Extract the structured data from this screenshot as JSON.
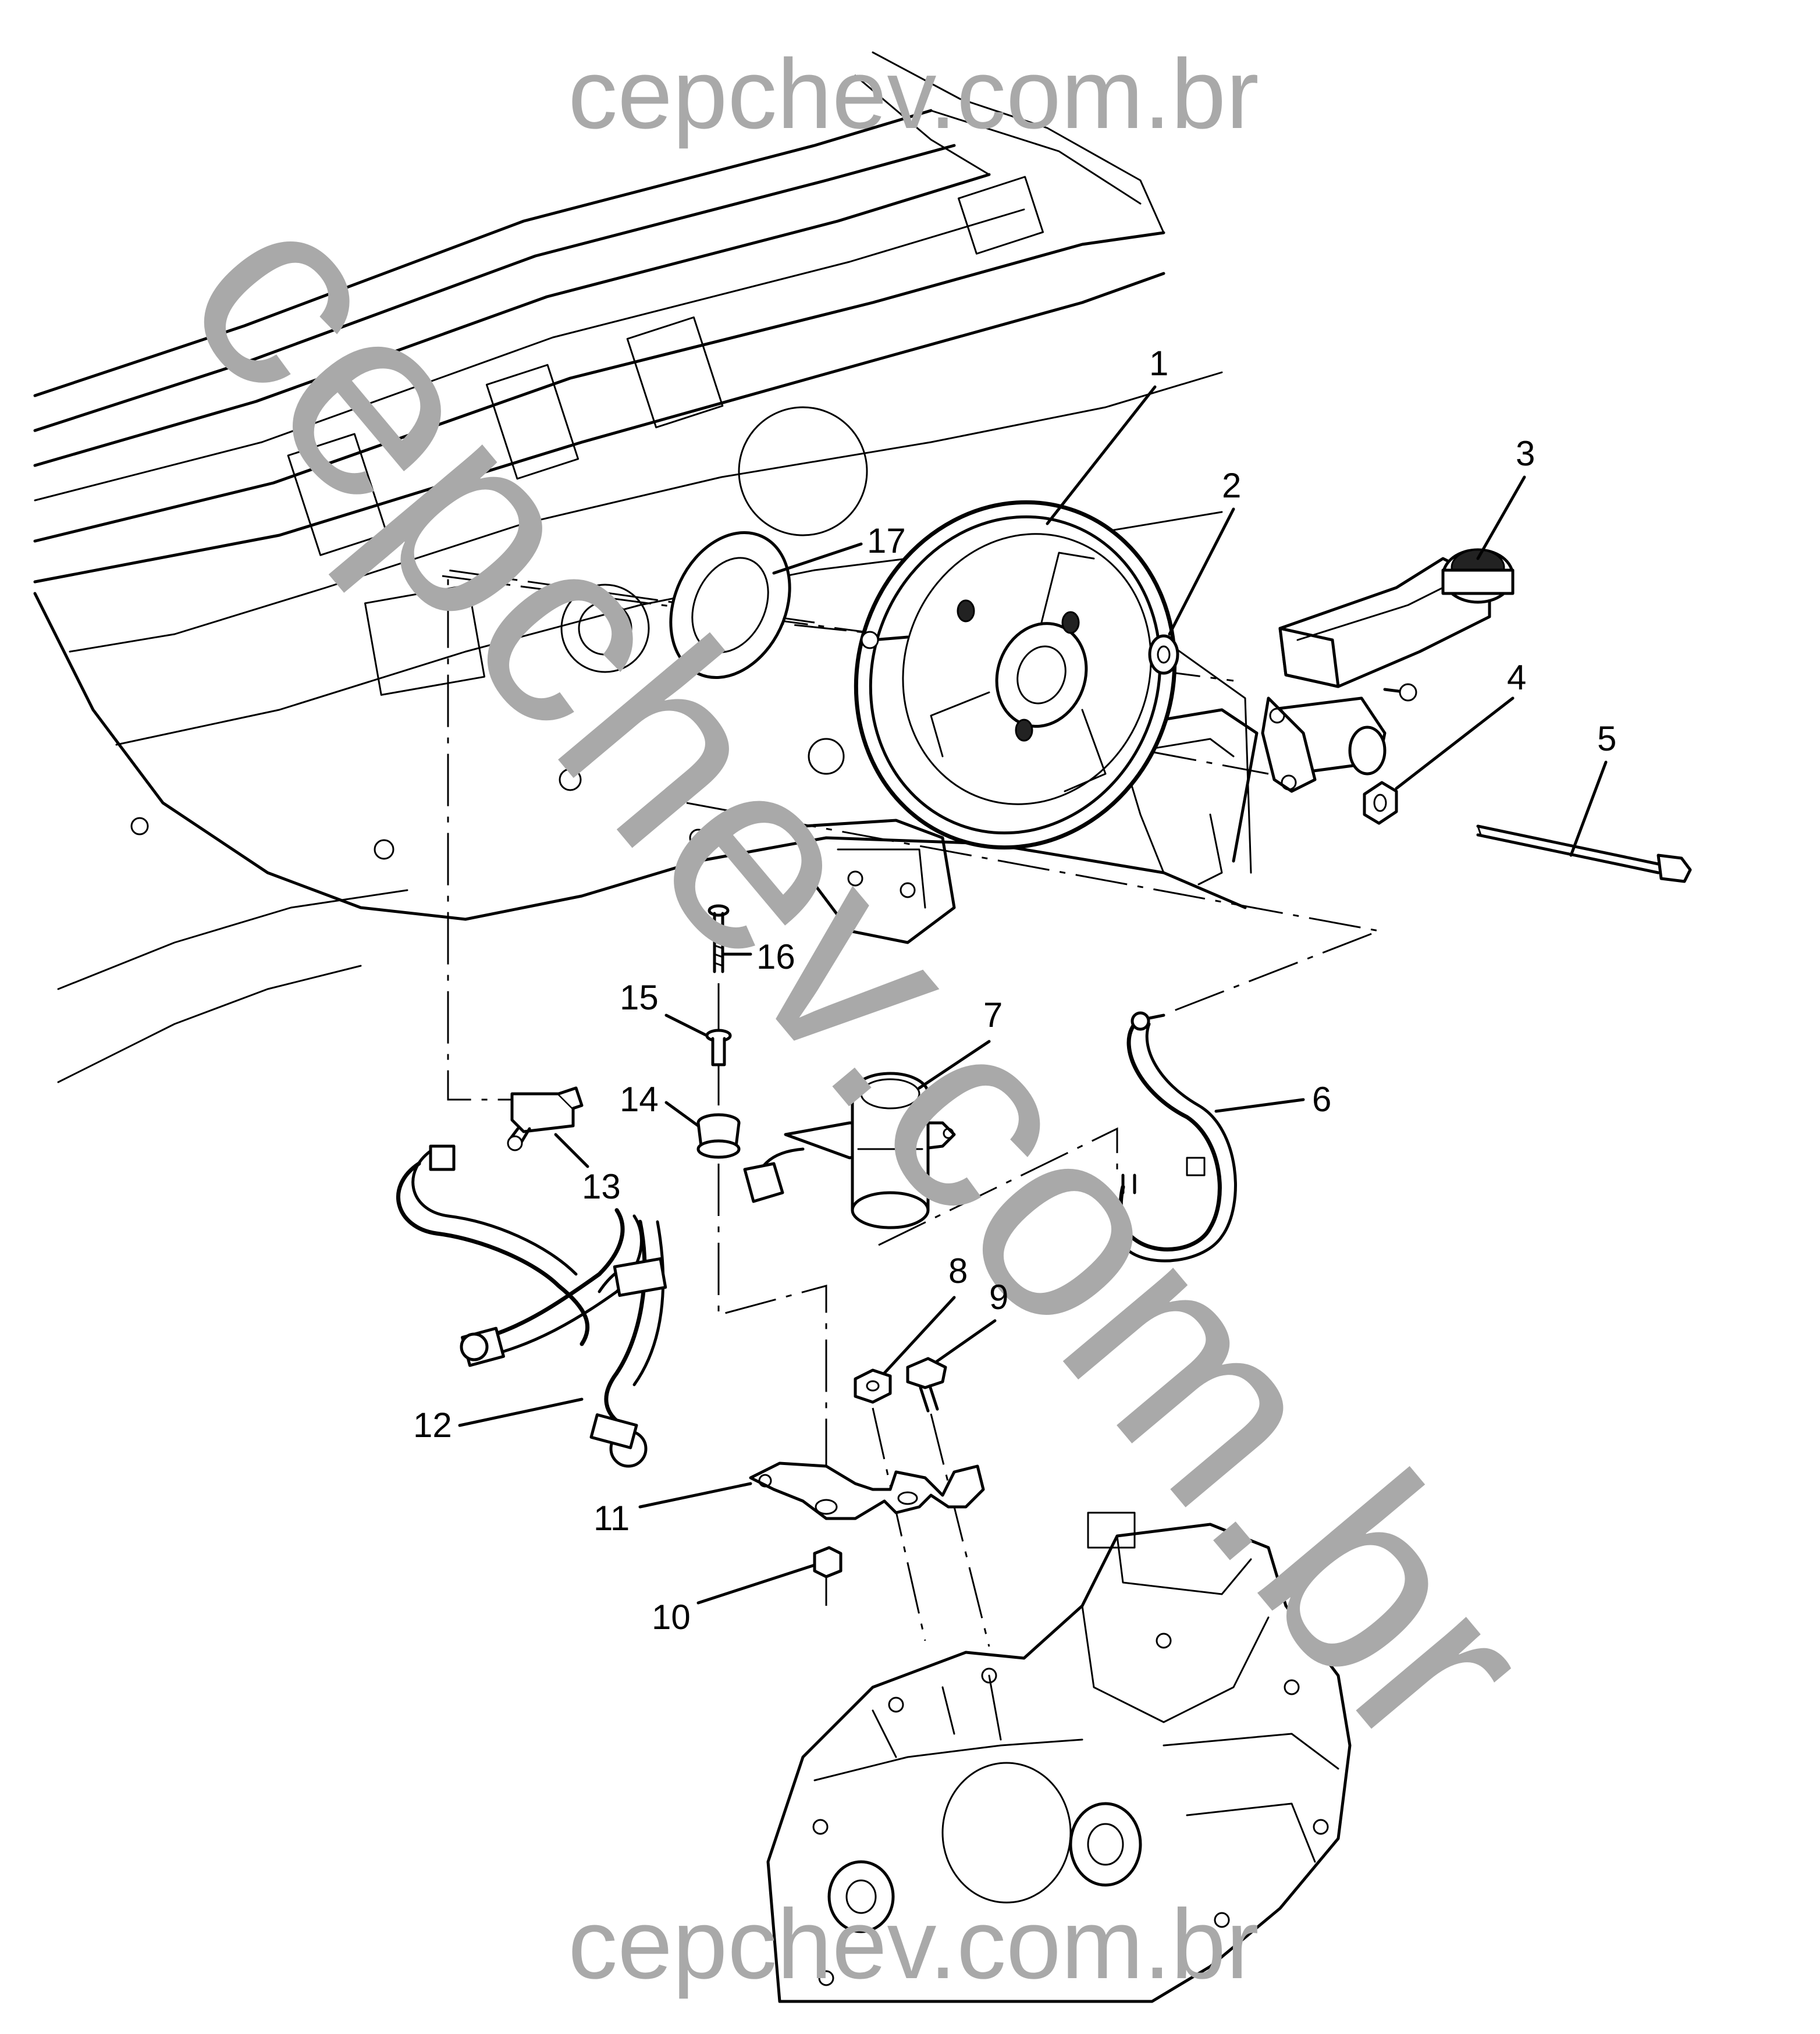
{
  "watermarks": {
    "top": "cepchev.com.br",
    "bottom": "cepchev.com.br",
    "diagonal": "cepchev.com.br"
  },
  "callouts": [
    "1",
    "2",
    "3",
    "4",
    "5",
    "6",
    "7",
    "8",
    "9",
    "10",
    "11",
    "12",
    "13",
    "14",
    "15",
    "16",
    "17"
  ],
  "colors": {
    "line": "#000000",
    "watermark": "#a9a9a9",
    "background": "#ffffff"
  }
}
